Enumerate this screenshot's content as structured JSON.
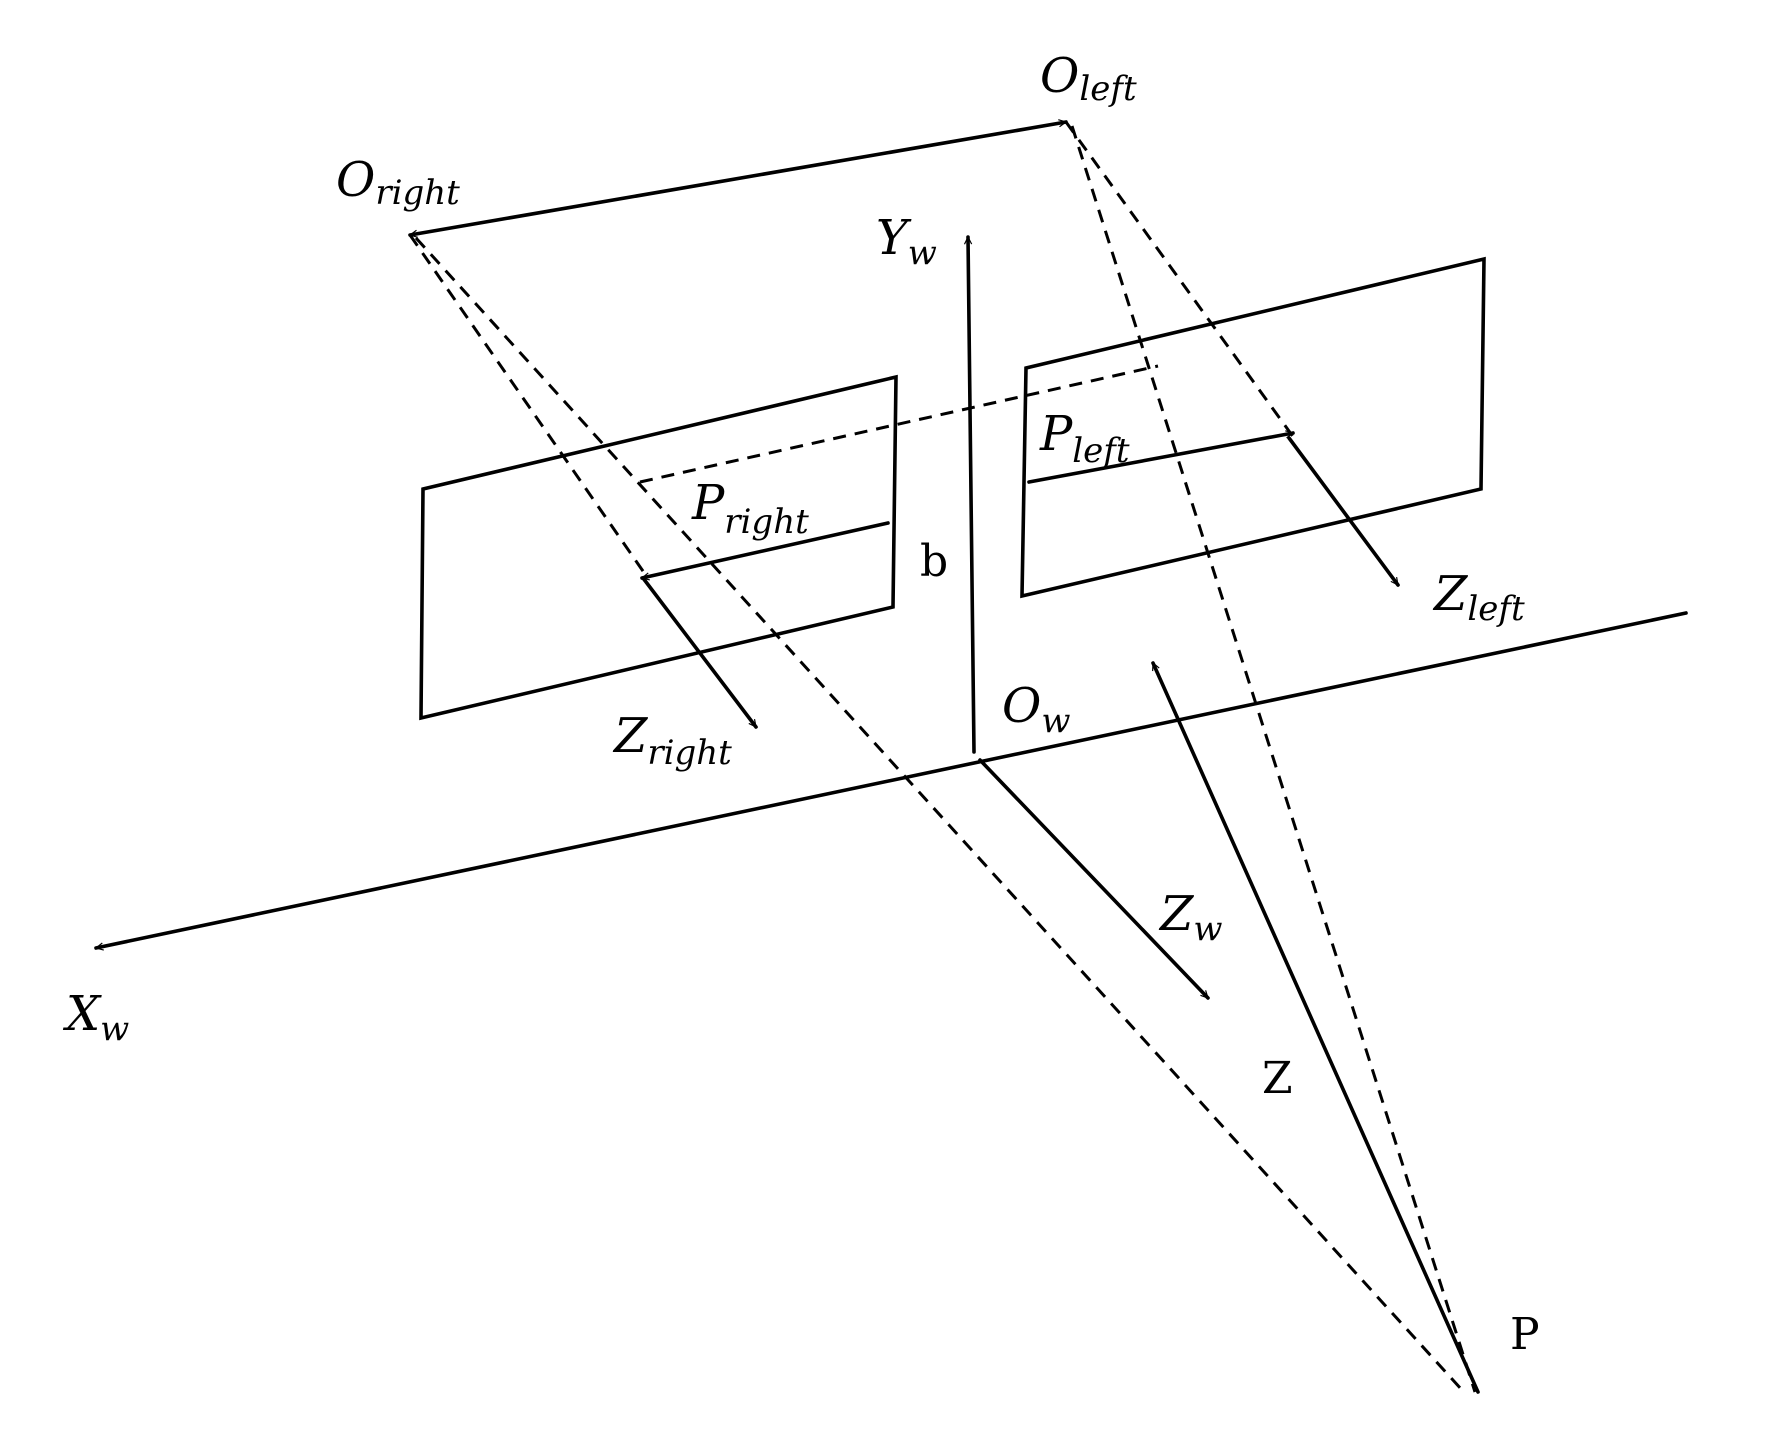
{
  "labels": {
    "o_left": {
      "main": "O",
      "sub": "left"
    },
    "o_right": {
      "main": "O",
      "sub": "right"
    },
    "y_w": {
      "main": "Y",
      "sub": "w"
    },
    "x_w": {
      "main": "X",
      "sub": "w"
    },
    "z_w": {
      "main": "Z",
      "sub": "w"
    },
    "o_w": {
      "main": "O",
      "sub": "w"
    },
    "p_left": {
      "main": "P",
      "sub": "left"
    },
    "p_right": {
      "main": "P",
      "sub": "right"
    },
    "z_left": {
      "main": "Z",
      "sub": "left"
    },
    "z_right": {
      "main": "Z",
      "sub": "right"
    },
    "baseline": "b",
    "depth": "Z",
    "point": "P"
  },
  "colors": {
    "ink": "#000000",
    "background": "#ffffff"
  }
}
